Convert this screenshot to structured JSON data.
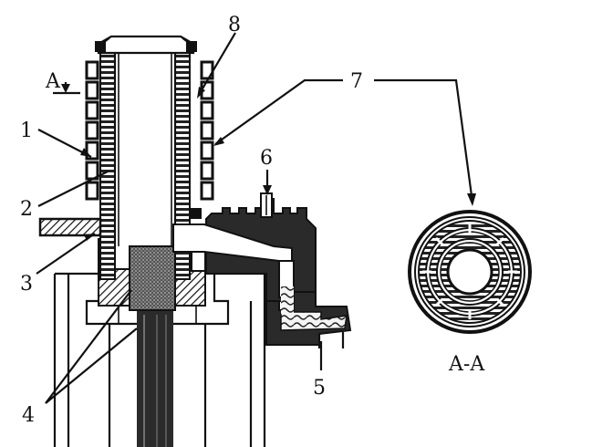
{
  "labels": {
    "n1": "1",
    "n2": "2",
    "n3": "3",
    "n4": "4",
    "n5": "5",
    "n6": "6",
    "n7": "7",
    "n8": "8",
    "section_mark": "A",
    "section_caption": "A-A"
  }
}
